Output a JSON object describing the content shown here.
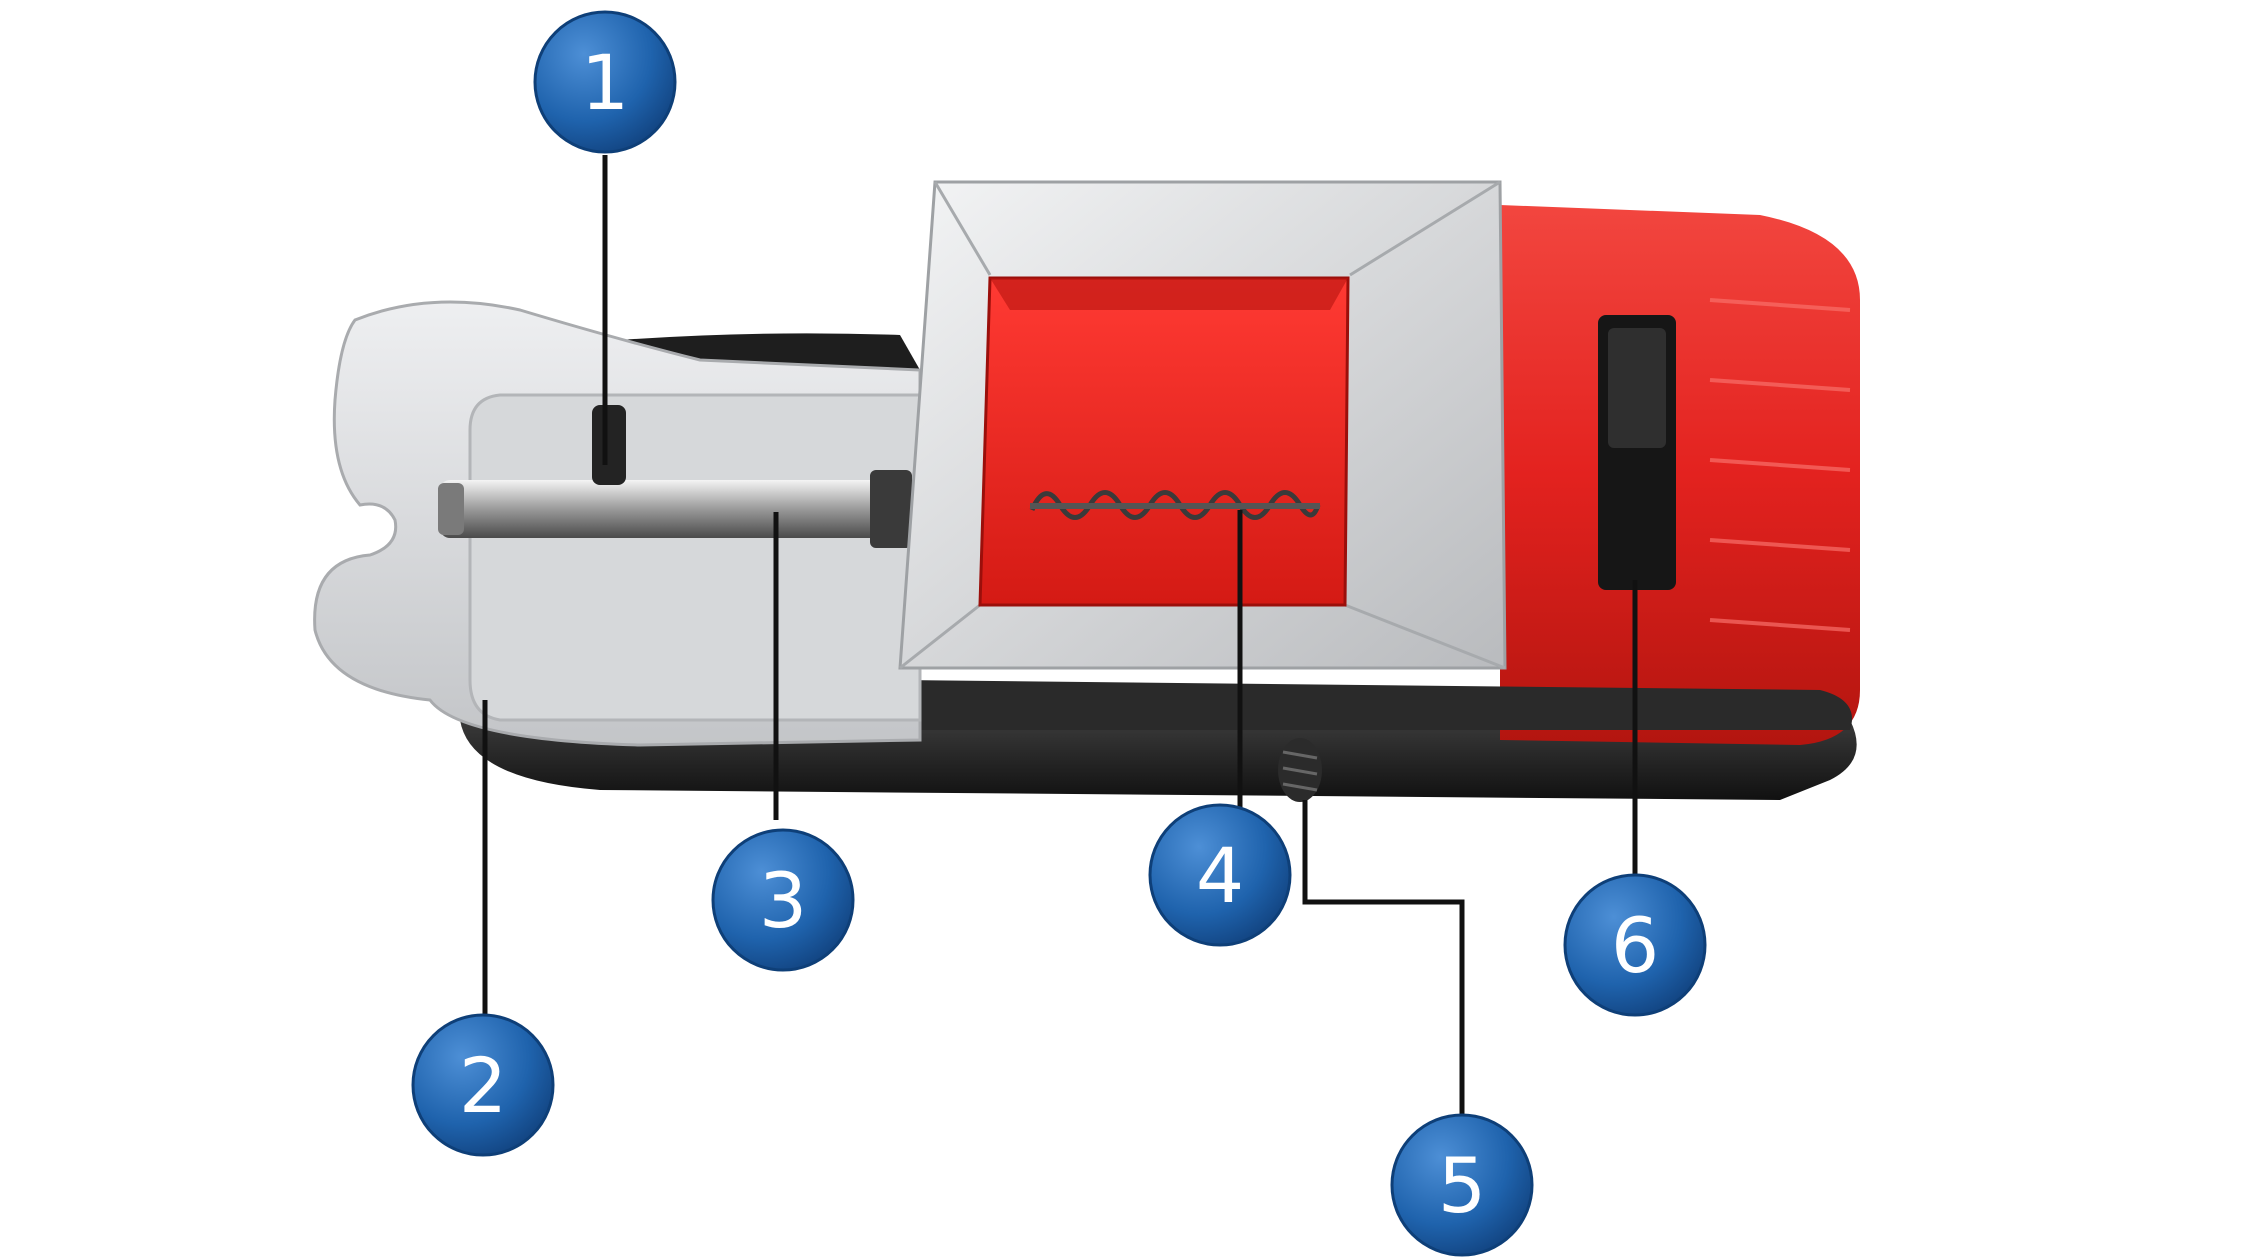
{
  "colors": {
    "background": "#ffffff",
    "badge_fill": "#1f63ad",
    "badge_edge": "#0e3f78",
    "leader_line": "#111111",
    "body_red": "#e3221f",
    "body_dark": "#1c1c1c",
    "silver": "#c9cacc"
  },
  "callouts": [
    {
      "id": "1",
      "label": "1"
    },
    {
      "id": "2",
      "label": "2"
    },
    {
      "id": "3",
      "label": "3"
    },
    {
      "id": "4",
      "label": "4"
    },
    {
      "id": "5",
      "label": "5"
    },
    {
      "id": "6",
      "label": "6"
    }
  ]
}
